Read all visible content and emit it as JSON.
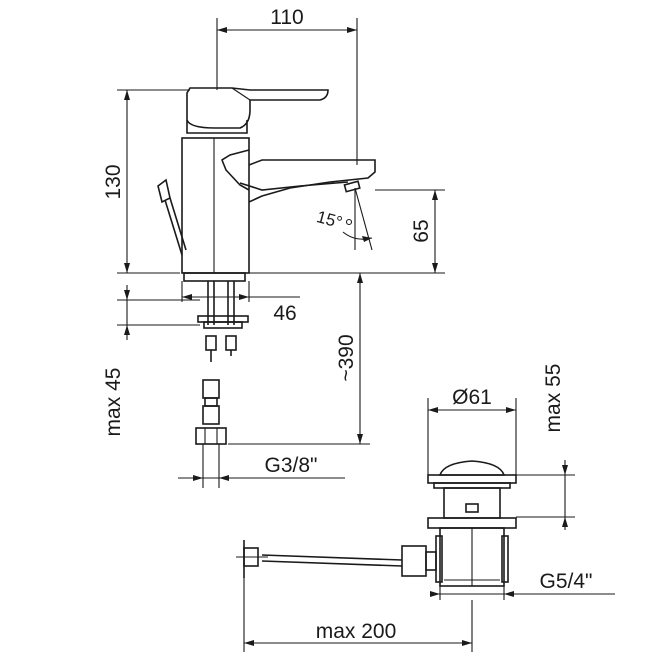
{
  "drawing": {
    "dimensions": {
      "width_top": "110",
      "height_body": "130",
      "spout_height": "65",
      "angle": "15°",
      "base_diameter": "46",
      "hose_length": "~390",
      "max_45": "max 45",
      "thread_inlet": "G3/8\"",
      "waste_diameter": "Ø61",
      "max_55": "max 55",
      "waste_thread": "G5/4\"",
      "rod_length": "max 200"
    },
    "colors": {
      "line": "#1a1a1a",
      "background": "#ffffff"
    }
  }
}
